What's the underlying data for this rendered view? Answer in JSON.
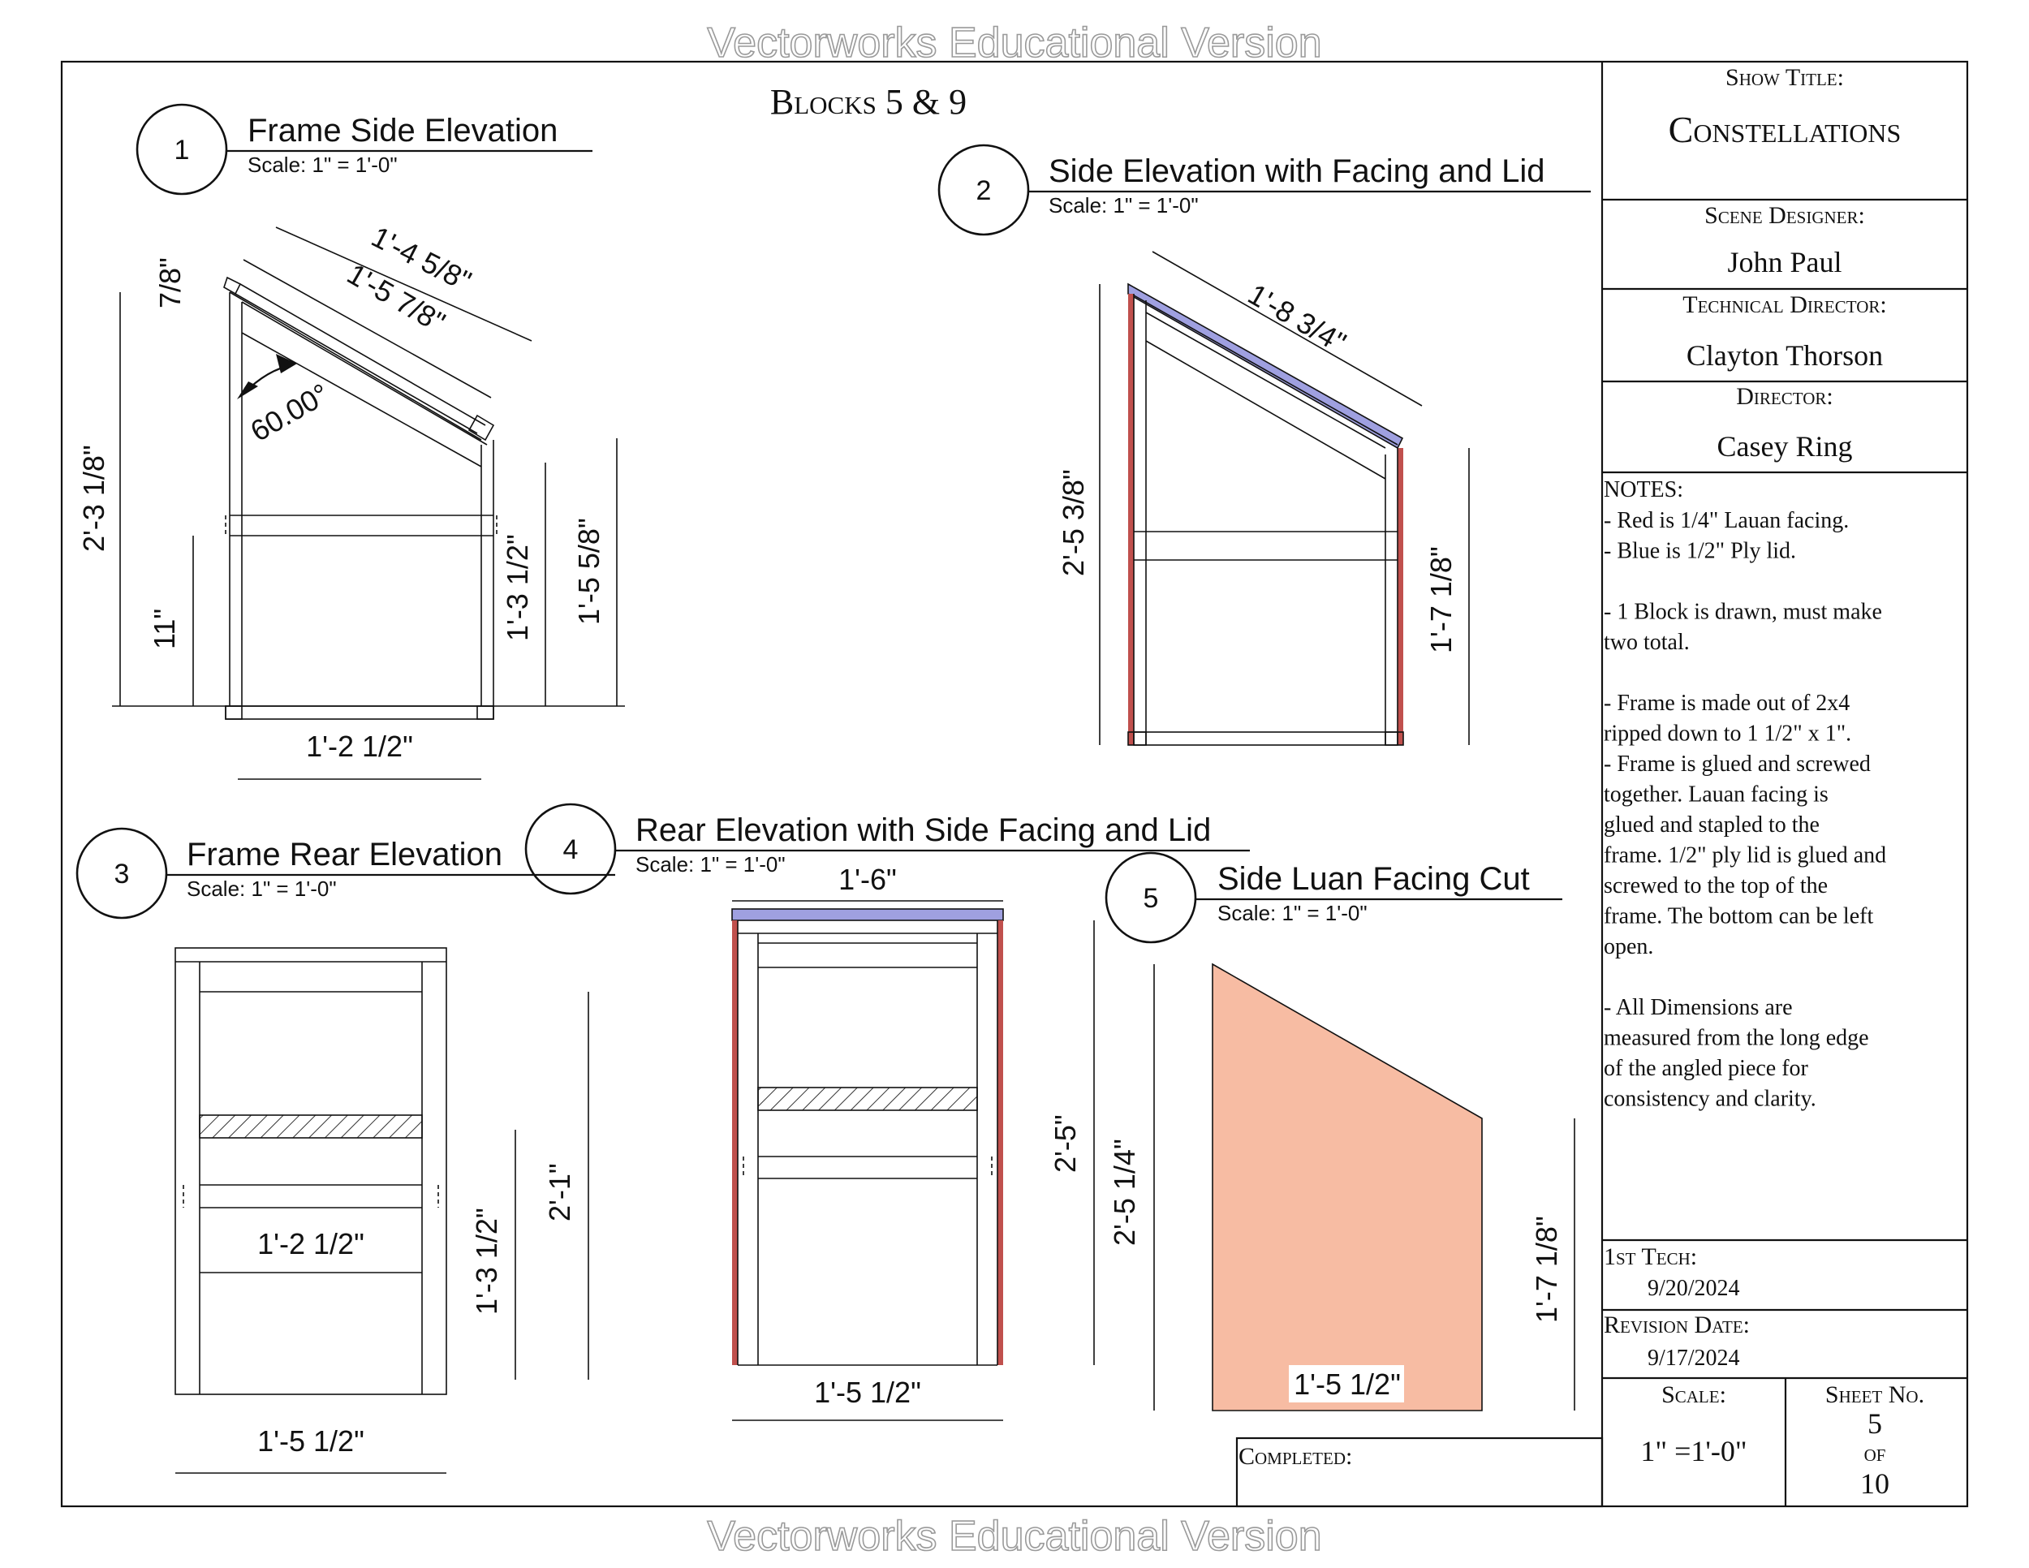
{
  "watermark": "Vectorworks Educational Version",
  "sheet_title": "Blocks 5 & 9",
  "views": [
    {
      "num": "1",
      "title": "Frame Side Elevation",
      "scale": "Scale: 1\" = 1'-0\""
    },
    {
      "num": "2",
      "title": "Side Elevation with Facing and Lid",
      "scale": "Scale: 1\" = 1'-0\""
    },
    {
      "num": "3",
      "title": "Frame Rear Elevation",
      "scale": "Scale: 1\" = 1'-0\""
    },
    {
      "num": "4",
      "title": "Rear Elevation with Side Facing and Lid",
      "scale": "Scale: 1\" = 1'-0\""
    },
    {
      "num": "5",
      "title": "Side Luan Facing Cut",
      "scale": "Scale: 1\" = 1'-0\""
    }
  ],
  "dims": {
    "v1": {
      "top_outer": "1'-4 5/8\"",
      "top_inner": "1'-5 7/8\"",
      "lip": "7/8\"",
      "angle": "60.00°",
      "height": "2'-3 1/8\"",
      "rail": "11\"",
      "right_mid": "1'-3 1/2\"",
      "right_total": "1'-5 5/8\"",
      "width": "1'-2 1/2\""
    },
    "v2": {
      "top": "1'-8 3/4\"",
      "height": "2'-5 3/8\"",
      "right": "1'-7 1/8\""
    },
    "v3": {
      "inner_width": "1'-2 1/2\"",
      "mid": "1'-3 1/2\"",
      "upper": "2'-1\"",
      "width": "1'-5 1/2\""
    },
    "v4": {
      "top": "1'-6\"",
      "height": "2'-5\"",
      "width": "1'-5 1/2\""
    },
    "v5": {
      "height": "2'-5 1/4\"",
      "right": "1'-7 1/8\"",
      "width": "1'-5 1/2\""
    }
  },
  "title_block": {
    "show_title_label": "Show Title:",
    "show_title": "Constellations",
    "scene_designer_label": "Scene Designer:",
    "scene_designer": "John Paul",
    "technical_director_label": "Technical Director:",
    "technical_director": "Clayton Thorson",
    "director_label": "Director:",
    "director": "Casey Ring",
    "notes_label": "NOTES:",
    "notes": [
      "- Red is 1/4\" Lauan facing.",
      "- Blue is 1/2\" Ply lid.",
      "",
      "- 1 Block is drawn, must make",
      "two total.",
      "",
      "- Frame is made out of 2x4",
      "ripped down to 1 1/2\" x 1\".",
      "- Frame is glued and screwed",
      "together. Lauan facing is",
      "glued and stapled to the",
      "frame. 1/2\" ply lid is glued and",
      "screwed to the top of the",
      "frame. The bottom can be left",
      "open.",
      "",
      "- All Dimensions are",
      "measured from the long edge",
      "of the angled piece for",
      "consistency and clarity."
    ],
    "first_tech_label": "1st Tech:",
    "first_tech": "9/20/2024",
    "revision_label": "Revision Date:",
    "revision": "9/17/2024",
    "scale_label": "Scale:",
    "scale": "1\" =1'-0\"",
    "sheet_label": "Sheet No.",
    "sheet_no": "5",
    "of_label": "of",
    "sheet_total": "10",
    "completed_label": "Completed:"
  },
  "colors": {
    "lauan_facing": "#c0504d",
    "ply_lid": "#9fa0e0",
    "luan_fill": "#f7bca3"
  }
}
